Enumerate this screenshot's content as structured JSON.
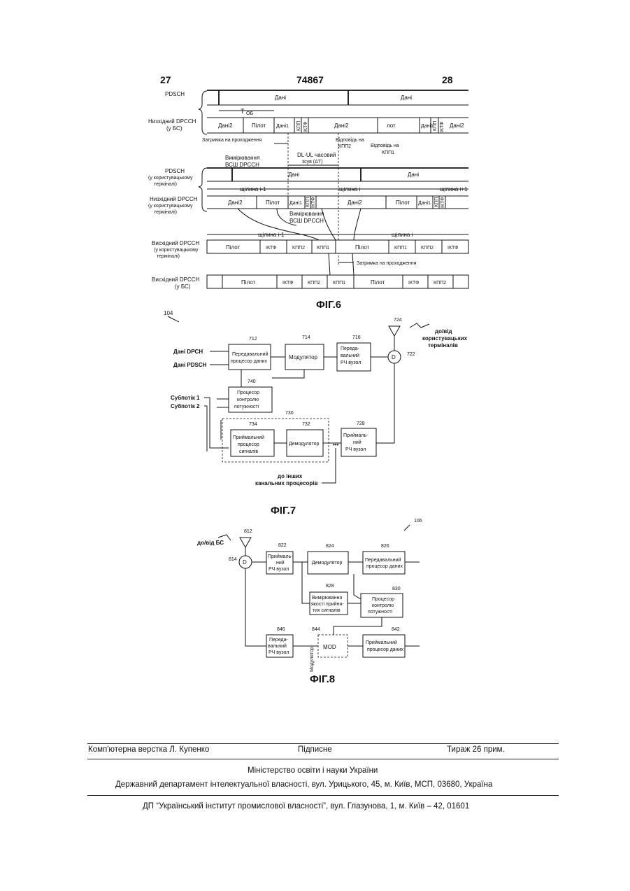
{
  "header": {
    "left_page": "27",
    "patent_number": "74867",
    "right_page": "28"
  },
  "fig6": {
    "caption": "ФІГ.6",
    "rows": {
      "pdsch": "PDSCH",
      "downlink_bs": [
        "Низхідний DPCCH",
        "(у БС)"
      ],
      "pdsch_terminal": [
        "PDSCH",
        "(у користувацькому",
        "терміналі)"
      ],
      "downlink_terminal": [
        "Низхідний DPCCH",
        "(у користувацькому",
        "терміналі)"
      ],
      "uplink_terminal": [
        "Висхідний DPCCH",
        "(у користувацькому",
        "терміналі)"
      ],
      "uplink_bs": [
        "Висхідний DPCCH",
        "(у БС)"
      ]
    },
    "fields": {
      "data": "Дані",
      "data2": "Дані2",
      "data1": "Дані1",
      "pilot": "Пілот",
      "kpp": "КПП",
      "iktf": "ІКТФ",
      "kpp1": "КПП1",
      "kpp2": "КПП2",
      "pilot_partial": "лот"
    },
    "notes": {
      "toff": "T",
      "toff_sub": "ОБ",
      "propagation_delay": "Затримка на проходження",
      "response_kpp2": [
        "Відповідь на",
        "КПП2"
      ],
      "response_kpp1": [
        "Відповідь на",
        "КПП1"
      ],
      "measure_bs": [
        "Вимірювання",
        "ВСШ DPCCH"
      ],
      "timing_offset": [
        "DL-UL часовий",
        "зсув (ΔT)"
      ],
      "slot_prev": "щілина і-1",
      "slot_cur": "щілина і",
      "slot_next": "щілина і+1",
      "measure_terminal": [
        "Вимірювання",
        "ВСШ DPCCH"
      ],
      "uplink_slot_prev": "щілина і-1",
      "uplink_slot_cur": "щілина і"
    }
  },
  "fig7": {
    "caption": "ФІГ.7",
    "ref": "104",
    "inputs": [
      "Дані DPCH",
      "Дані PDSCH"
    ],
    "substreams": [
      "Субпотік 1",
      "Субпотік 2"
    ],
    "blocks": {
      "tx_proc": {
        "num": "712",
        "label": [
          "Передавальний",
          "процесор даних"
        ]
      },
      "modulator": {
        "num": "714",
        "label": [
          "Модулятор"
        ]
      },
      "tx_rf": {
        "num": "716",
        "label": [
          "Переда-",
          "вальний",
          "РЧ вузол"
        ]
      },
      "antenna": {
        "num": "724"
      },
      "duplexer": {
        "num": "722",
        "label": "D"
      },
      "power_ctrl": {
        "num": "740",
        "label": [
          "Процесор",
          "контролю",
          "потужності"
        ]
      },
      "channel_proc": {
        "num": "730"
      },
      "rx_sig": {
        "num": "734",
        "label": [
          "Приймальний",
          "процесор",
          "сигналів"
        ]
      },
      "demod": {
        "num": "732",
        "label": [
          "Демодулятор"
        ]
      },
      "rx_rf": {
        "num": "728",
        "label": [
          "Приймаль-",
          "ний",
          "РЧ вузол"
        ]
      }
    },
    "to_from_terminals": [
      "до/від",
      "користувацьких",
      "терміналів"
    ],
    "to_other": [
      "до інших",
      "канальних процесорів"
    ]
  },
  "fig8": {
    "caption": "ФІГ.8",
    "ref": "106",
    "to_from_bs": "до/від БС",
    "blocks": {
      "antenna": {
        "num": "812"
      },
      "duplexer": {
        "num": "814",
        "label": "D"
      },
      "rx_rf": {
        "num": "822",
        "label": [
          "Приймаль-",
          "ний",
          "РЧ вузол"
        ]
      },
      "demod": {
        "num": "824",
        "label": [
          "Демодулятор"
        ]
      },
      "rx_proc": {
        "num": "826",
        "label": [
          "Передавальний",
          "процесор даних"
        ]
      },
      "measure": {
        "num": "828",
        "label": [
          "Вимірювання",
          "якості прийня-",
          "тих сигналів"
        ]
      },
      "power_ctrl": {
        "num": "830",
        "label": [
          "Процесор",
          "контролю",
          "потужності"
        ]
      },
      "tx_rf": {
        "num": "846",
        "label": [
          "Переда-",
          "вальний",
          "РЧ вузол"
        ]
      },
      "mod": {
        "num": "844",
        "label": "MOD",
        "side": "Модулятор"
      },
      "tx_proc": {
        "num": "842",
        "label": [
          "Приймальний",
          "процесор даних"
        ]
      }
    }
  },
  "footer": {
    "typesetter": "Комп'ютерна верстка Л. Купенко",
    "signed": "Підписне",
    "circulation": "Тираж 26 прим.",
    "ministry": "Міністерство освіти і науки України",
    "department": "Державний департамент інтелектуальної власності, вул. Урицького, 45, м. Київ, МСП, 03680, Україна",
    "institute": "ДП “Український інститут промислової власності”, вул. Глазунова, 1, м. Київ – 42, 01601"
  }
}
